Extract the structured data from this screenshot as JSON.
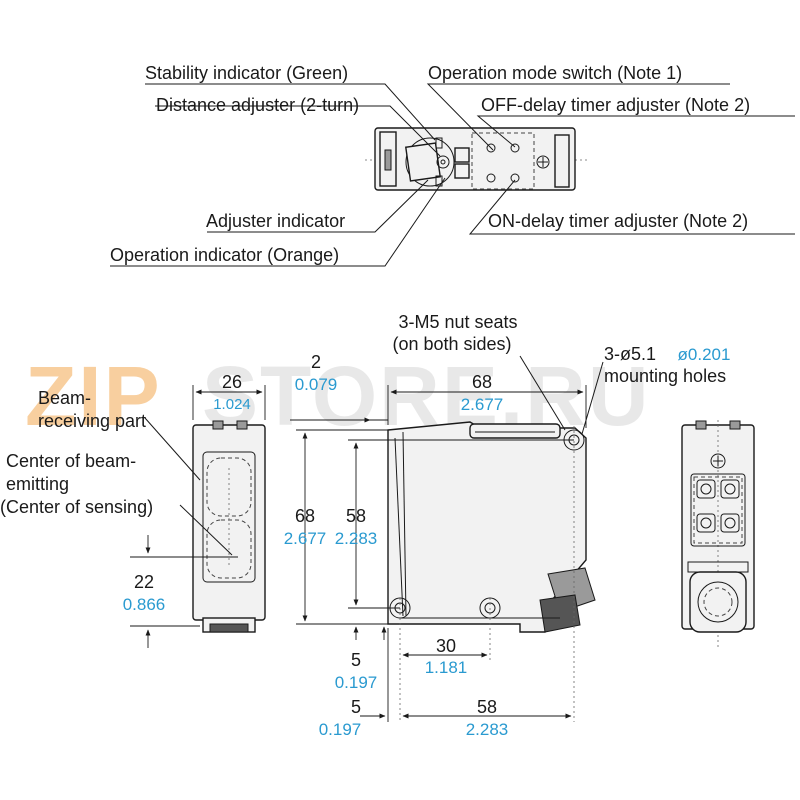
{
  "watermark": {
    "zip": "ZIP",
    "rest": "STORE.RU"
  },
  "top_view": {
    "callouts": {
      "stability": "Stability indicator (Green)",
      "distance": "Distance adjuster (2-turn)",
      "adjuster_ind": "Adjuster indicator",
      "operation_ind": "Operation indicator (Orange)",
      "mode_switch": "Operation mode switch (Note 1)",
      "off_delay": "OFF-delay timer adjuster (Note 2)",
      "on_delay": "ON-delay timer adjuster (Note 2)"
    }
  },
  "front_view": {
    "beam_receiving_1": "Beam-",
    "beam_receiving_2": "receiving part",
    "center_1": "Center of beam-",
    "center_2": "emitting",
    "center_3": "(Center of sensing)",
    "dim_26": {
      "mm": "26",
      "in": "1.024"
    },
    "dim_22": {
      "mm": "22",
      "in": "0.866"
    }
  },
  "side_view": {
    "nut_seats_1": "3-M5 nut seats",
    "nut_seats_2": "(on both sides)",
    "holes_mm": "3-ø5.1",
    "holes_in": "ø0.201",
    "holes_2": "mounting holes",
    "dim_2": {
      "mm": "2",
      "in": "0.079"
    },
    "dim_68w": {
      "mm": "68",
      "in": "2.677"
    },
    "dim_68h": {
      "mm": "68",
      "in": "2.677"
    },
    "dim_58h": {
      "mm": "58",
      "in": "2.283"
    },
    "dim_30": {
      "mm": "30",
      "in": "1.181"
    },
    "dim_5a": {
      "mm": "5",
      "in": "0.197"
    },
    "dim_5b": {
      "mm": "5",
      "in": "0.197"
    },
    "dim_58w": {
      "mm": "58",
      "in": "2.283"
    }
  },
  "colors": {
    "inch_text": "#2a9ad0",
    "watermark_orange": "#f4b060"
  }
}
